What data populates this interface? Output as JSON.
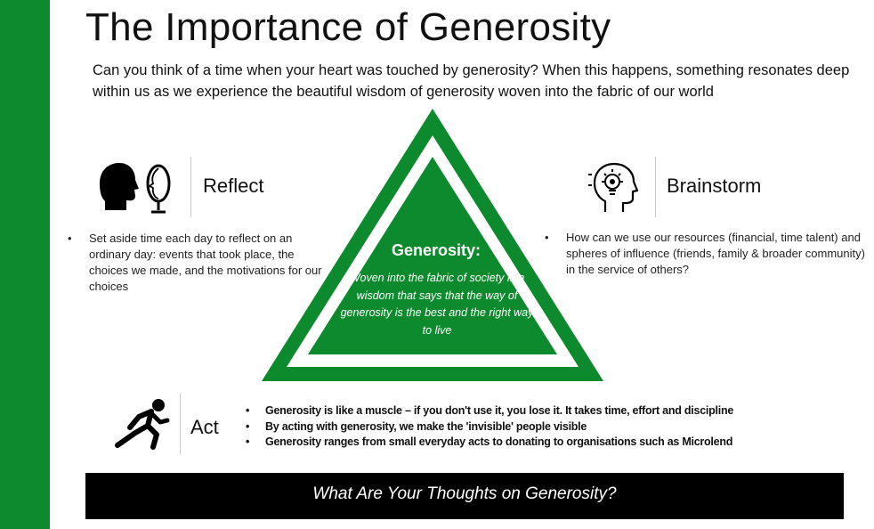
{
  "title": "The Importance of Generosity",
  "intro": "Can you think of a time when your heart was touched by generosity? When this happens, something resonates deep within us as we experience the beautiful wisdom of generosity woven into the fabric of our world",
  "triangle": {
    "heading": "Generosity:",
    "text": "Woven into the fabric of society is a wisdom that says that the way of generosity is the best and the right way to live"
  },
  "reflect": {
    "label": "Reflect",
    "icon": "head-and-mirror-icon",
    "bullets": [
      "Set aside time each day to reflect on an ordinary day: events that took place, the choices we made, and the motivations for our choices"
    ]
  },
  "brainstorm": {
    "label": "Brainstorm",
    "icon": "head-with-lightbulb-icon",
    "bullets": [
      "How can we use our resources (financial, time talent) and spheres of influence (friends, family & broader community)  in the service of others?"
    ]
  },
  "act": {
    "label": "Act",
    "icon": "running-person-icon",
    "bullets": [
      "Generosity is like a muscle – if you don't use it, you lose it. It takes time, effort and discipline",
      "By acting with generosity, we make the 'invisible' people visible",
      "Generosity ranges from small everyday acts to donating to organisations such as Microlend"
    ]
  },
  "footer": "What Are Your Thoughts on Generosity?",
  "colors": {
    "accent_green": "#0e8a2e",
    "footer_bg": "#000000",
    "text": "#111111"
  }
}
